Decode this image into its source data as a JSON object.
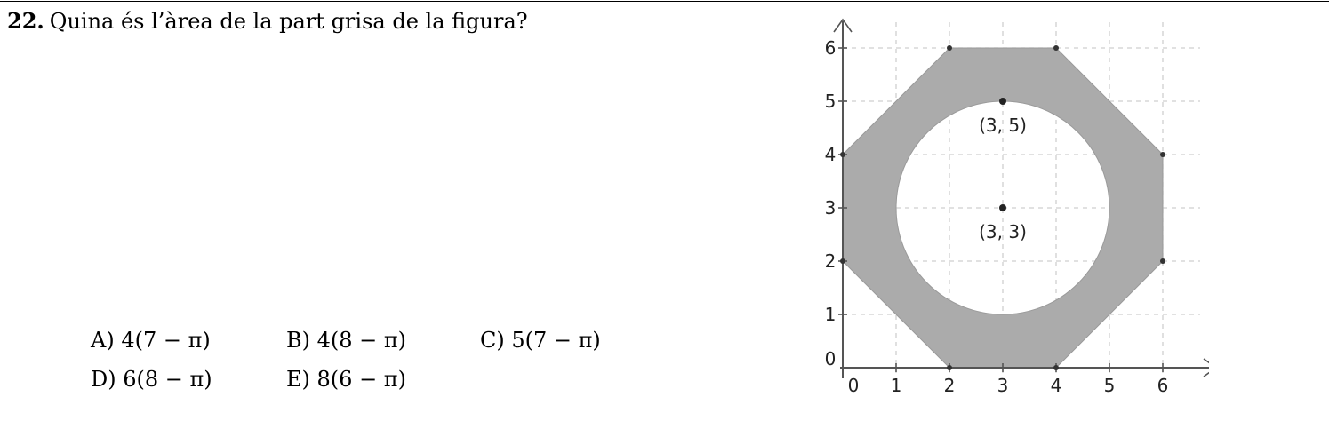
{
  "question": {
    "number": "22.",
    "text": "Quina és l’àrea de la part grisa de la figura?"
  },
  "answers": [
    {
      "label": "A)",
      "value": "4(7 − π)"
    },
    {
      "label": "B)",
      "value": "4(8 − π)"
    },
    {
      "label": "C)",
      "value": "5(7 − π)"
    },
    {
      "label": "D)",
      "value": "6(8 − π)"
    },
    {
      "label": "E)",
      "value": "8(6 − π)"
    }
  ],
  "figure": {
    "x_ticks": [
      "0",
      "1",
      "2",
      "3",
      "4",
      "5",
      "6"
    ],
    "y_ticks": [
      "0",
      "1",
      "2",
      "3",
      "4",
      "5",
      "6"
    ],
    "octagon_vertices": [
      [
        2,
        6
      ],
      [
        4,
        6
      ],
      [
        6,
        4
      ],
      [
        6,
        2
      ],
      [
        4,
        0
      ],
      [
        2,
        0
      ],
      [
        0,
        2
      ],
      [
        0,
        4
      ]
    ],
    "circle": {
      "center": [
        3,
        3
      ],
      "radius": 2
    },
    "point_labels": [
      {
        "text": "(3, 5)",
        "point": [
          3,
          5
        ]
      },
      {
        "text": "(3, 3)",
        "point": [
          3,
          3
        ]
      }
    ],
    "colors": {
      "shade": "#ababab",
      "grid": "#cfcfcf",
      "axis": "#555555"
    }
  }
}
